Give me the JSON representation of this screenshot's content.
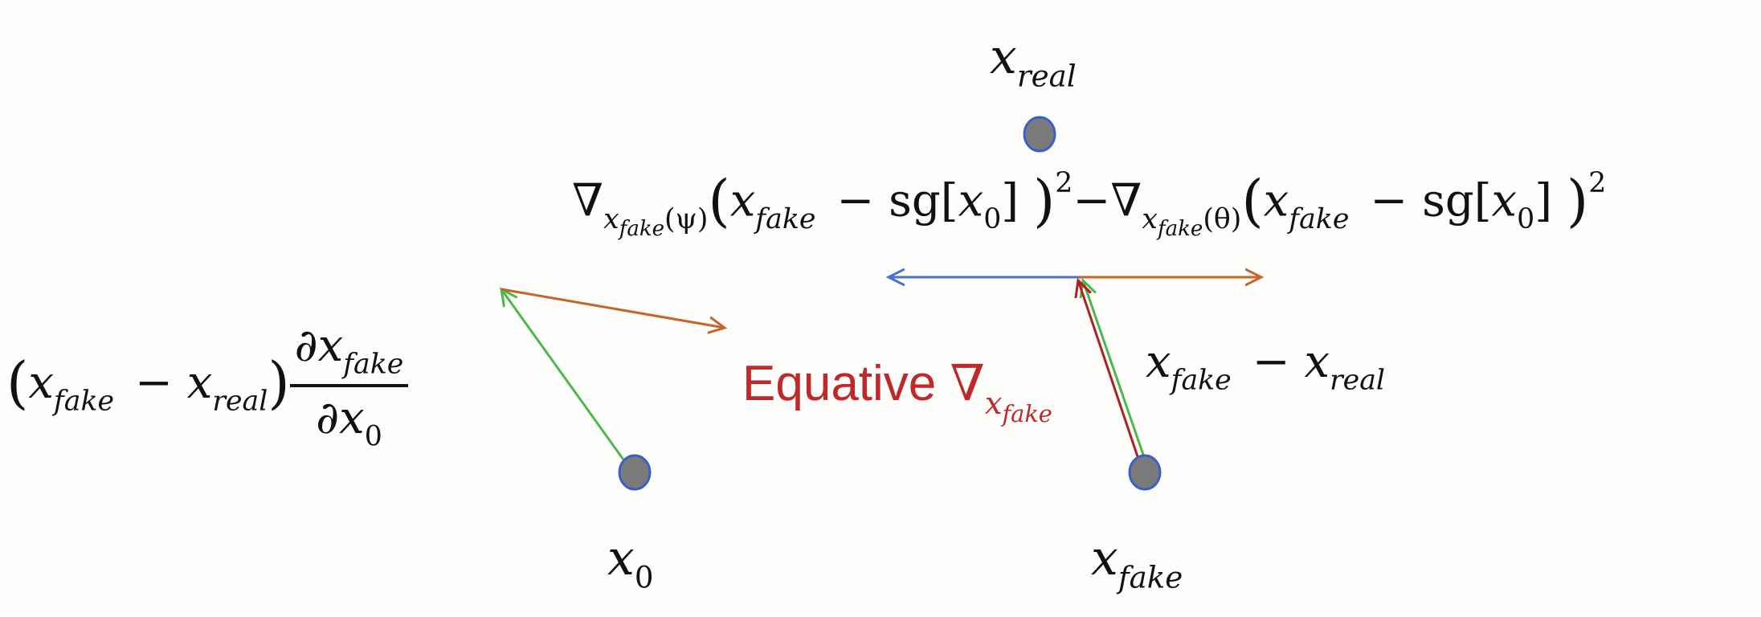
{
  "labels": {
    "x_real": {
      "base": "x",
      "sub": "real"
    },
    "x_0": {
      "base": "x",
      "sub": "0"
    },
    "x_fake": {
      "base": "x",
      "sub": "fake"
    }
  },
  "top_formula": {
    "nabla": "∇",
    "x": "x",
    "fake": "fake",
    "psi": "(ψ)",
    "theta": "(θ)",
    "open": "(",
    "close": ")",
    "minus": "−",
    "sg": "sg[",
    "sg_close": "]",
    "zero": "0",
    "squared": "2"
  },
  "left_formula": {
    "open": "(",
    "close": ")",
    "x": "x",
    "fake": "fake",
    "real": "real",
    "minus": "−",
    "partial": "∂",
    "zero": "0"
  },
  "right_formula": {
    "x": "x",
    "fake": "fake",
    "minus": "−",
    "real": "real"
  },
  "equative": {
    "word": "Equative",
    "nabla": "∇",
    "x": "x",
    "sub": "fake"
  },
  "colors": {
    "green_arrow": "#4cb84c",
    "orange_arrow": "#c8632a",
    "blue_arrow": "#4a72c8",
    "red_arrow": "#b02020",
    "point_fill": "#7a7a7a",
    "point_stroke": "#3a5fc8",
    "equative_text": "#c0282a"
  }
}
